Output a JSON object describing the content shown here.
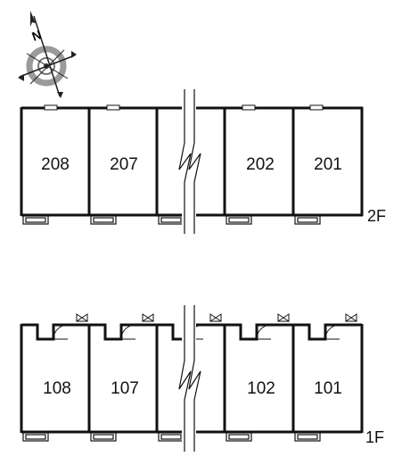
{
  "compass": {
    "north_label": "N",
    "icon": "compass-rose-icon"
  },
  "floors": [
    {
      "id": "2F",
      "label": "2F",
      "rooms": [
        "208",
        "207",
        "202",
        "201"
      ]
    },
    {
      "id": "1F",
      "label": "1F",
      "rooms": [
        "108",
        "107",
        "102",
        "101"
      ]
    }
  ]
}
